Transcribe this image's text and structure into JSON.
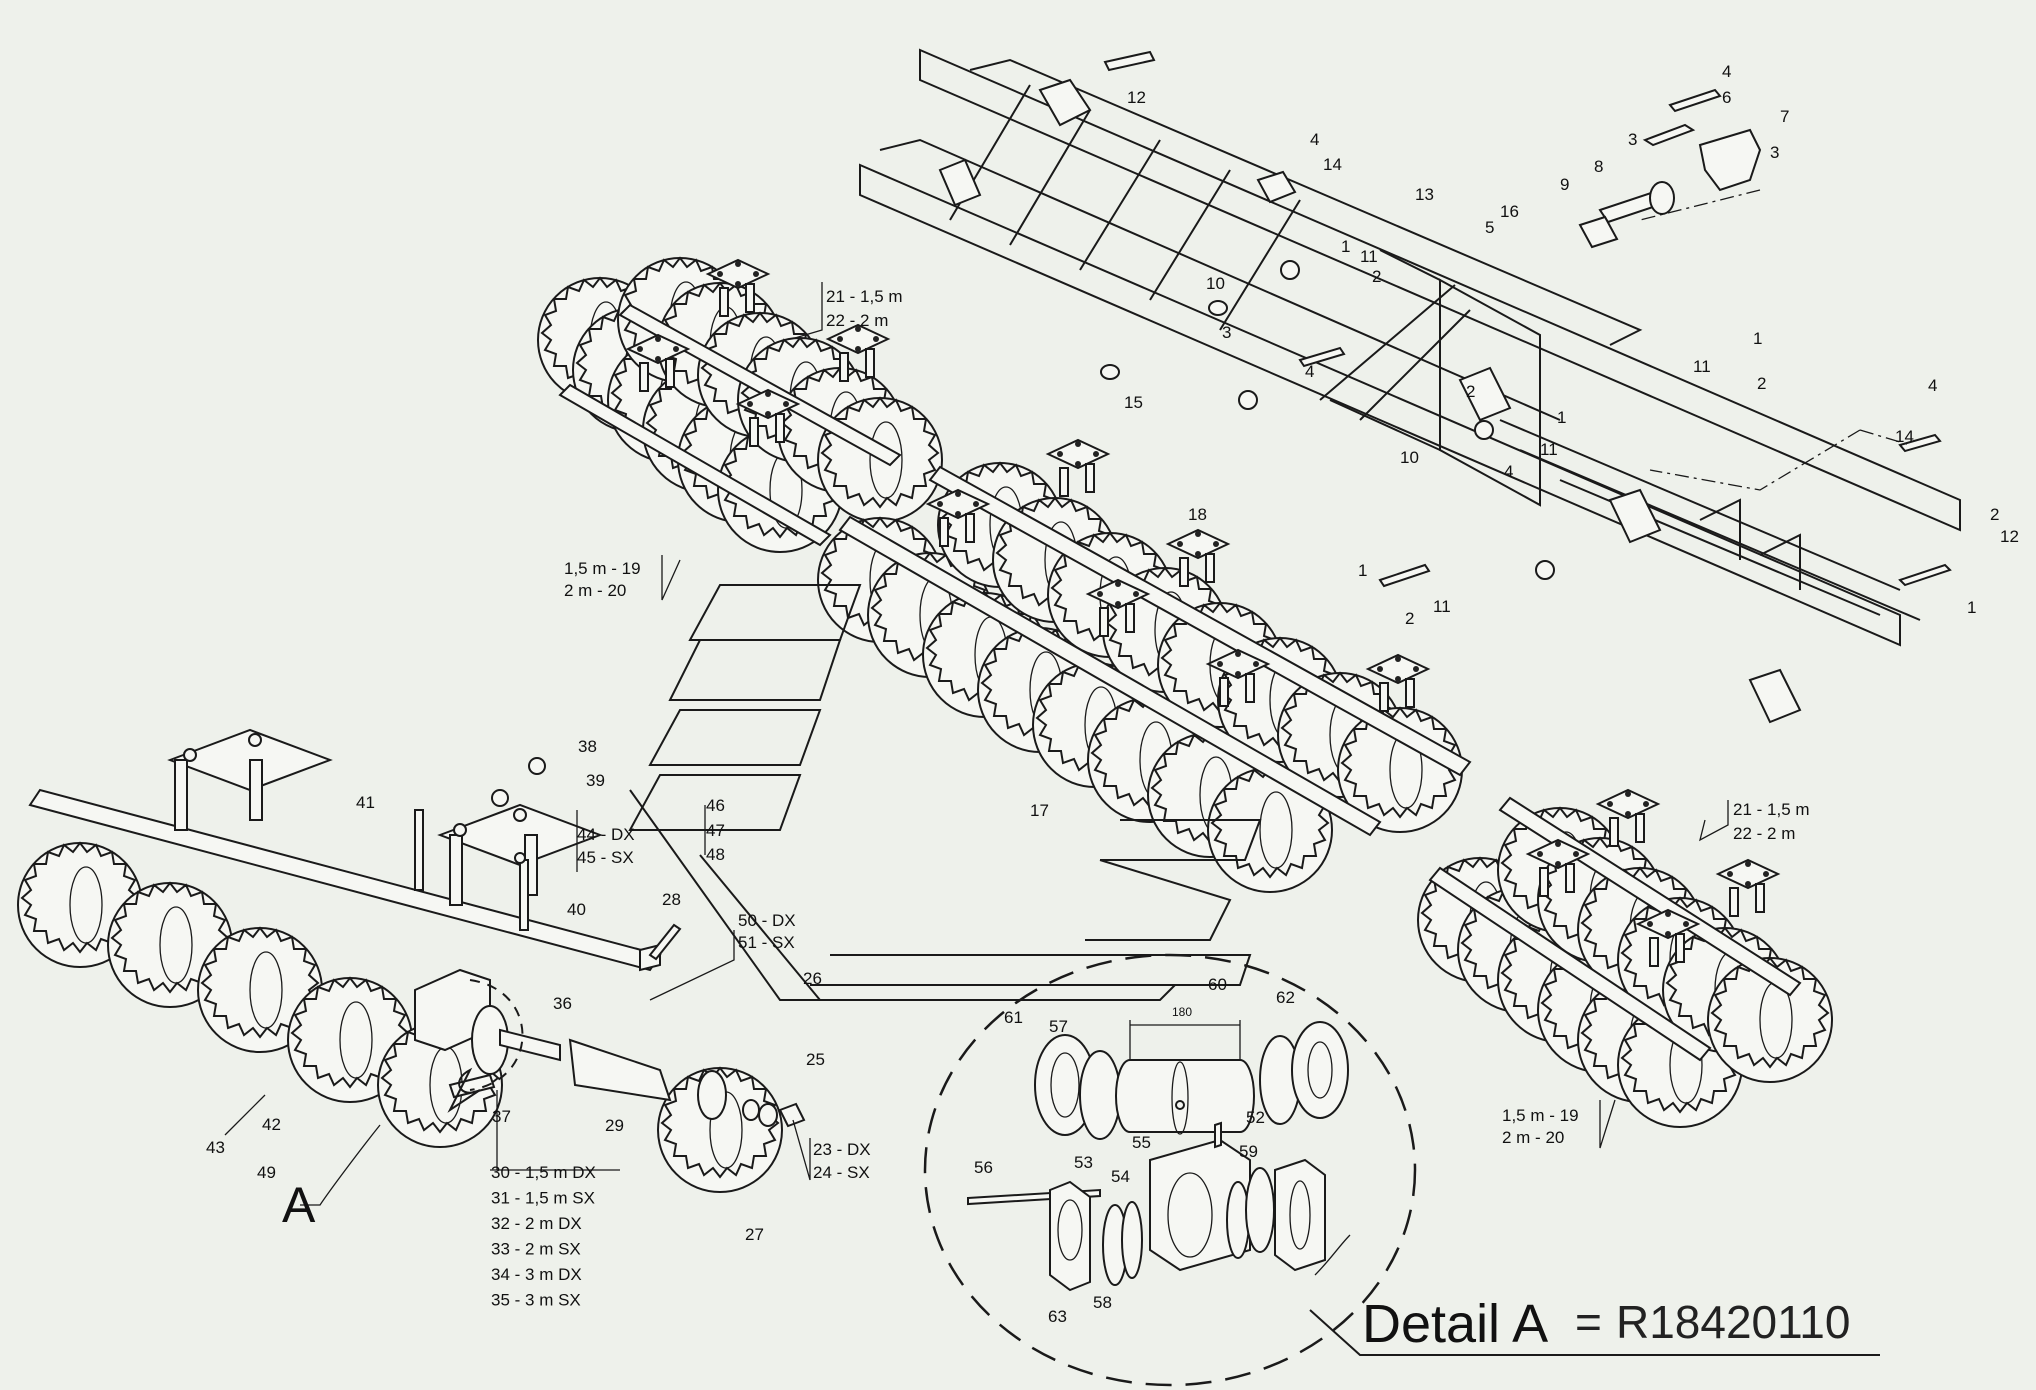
{
  "callouts": [
    {
      "id": "c12a",
      "text": "12"
    },
    {
      "id": "c4a",
      "text": "4"
    },
    {
      "id": "c6",
      "text": "6"
    },
    {
      "id": "c7",
      "text": "7"
    },
    {
      "id": "c3a",
      "text": "3"
    },
    {
      "id": "c3b",
      "text": "3"
    },
    {
      "id": "c8",
      "text": "8"
    },
    {
      "id": "c9",
      "text": "9"
    },
    {
      "id": "c4b",
      "text": "4"
    },
    {
      "id": "c14a",
      "text": "14"
    },
    {
      "id": "c13",
      "text": "13"
    },
    {
      "id": "c16",
      "text": "16"
    },
    {
      "id": "c5",
      "text": "5"
    },
    {
      "id": "c1a",
      "text": "1"
    },
    {
      "id": "c11a",
      "text": "11"
    },
    {
      "id": "c2a",
      "text": "2"
    },
    {
      "id": "c10a",
      "text": "10"
    },
    {
      "id": "c3c",
      "text": "3"
    },
    {
      "id": "c4c",
      "text": "4"
    },
    {
      "id": "c15",
      "text": "15"
    },
    {
      "id": "c2b",
      "text": "2"
    },
    {
      "id": "c1b",
      "text": "1"
    },
    {
      "id": "c11b",
      "text": "11"
    },
    {
      "id": "c10b",
      "text": "10"
    },
    {
      "id": "c4d",
      "text": "4"
    },
    {
      "id": "c11c",
      "text": "11"
    },
    {
      "id": "c1c",
      "text": "1"
    },
    {
      "id": "c2c",
      "text": "2"
    },
    {
      "id": "c4e",
      "text": "4"
    },
    {
      "id": "c14b",
      "text": "14"
    },
    {
      "id": "c2d",
      "text": "2"
    },
    {
      "id": "c12b",
      "text": "12"
    },
    {
      "id": "c1d",
      "text": "1"
    },
    {
      "id": "c18",
      "text": "18"
    },
    {
      "id": "c1e",
      "text": "1"
    },
    {
      "id": "c11d",
      "text": "11"
    },
    {
      "id": "c2e",
      "text": "2"
    },
    {
      "id": "c17",
      "text": "17"
    },
    {
      "id": "c38",
      "text": "38"
    },
    {
      "id": "c39",
      "text": "39"
    },
    {
      "id": "c41",
      "text": "41"
    },
    {
      "id": "c40",
      "text": "40"
    },
    {
      "id": "c28",
      "text": "28"
    },
    {
      "id": "c36",
      "text": "36"
    },
    {
      "id": "c26",
      "text": "26"
    },
    {
      "id": "c25",
      "text": "25"
    },
    {
      "id": "c29",
      "text": "29"
    },
    {
      "id": "c37",
      "text": "37"
    },
    {
      "id": "c43",
      "text": "43"
    },
    {
      "id": "c42",
      "text": "42"
    },
    {
      "id": "c49",
      "text": "49"
    },
    {
      "id": "c27",
      "text": "27"
    },
    {
      "id": "c60",
      "text": "60"
    },
    {
      "id": "c61",
      "text": "61"
    },
    {
      "id": "c57",
      "text": "57"
    },
    {
      "id": "c62",
      "text": "62"
    },
    {
      "id": "c55",
      "text": "55"
    },
    {
      "id": "c52",
      "text": "52"
    },
    {
      "id": "c59",
      "text": "59"
    },
    {
      "id": "c56",
      "text": "56"
    },
    {
      "id": "c53",
      "text": "53"
    },
    {
      "id": "c54",
      "text": "54"
    },
    {
      "id": "c58",
      "text": "58"
    },
    {
      "id": "c63",
      "text": "63"
    },
    {
      "id": "c46",
      "text": "46"
    },
    {
      "id": "c47",
      "text": "47"
    },
    {
      "id": "c48",
      "text": "48"
    }
  ],
  "variant_lists": {
    "top_left_21_22": [
      "21 - 1,5 m",
      "22 - 2 m"
    ],
    "top_left_19_20": [
      "1,5 m - 19",
      "2 m - 20"
    ],
    "right_21_22": [
      "21 - 1,5 m",
      "22 - 2 m"
    ],
    "right_19_20": [
      "1,5 m - 19",
      "2 m - 20"
    ],
    "brackets_44_45": [
      "44 - DX",
      "45 - SX"
    ],
    "bearings_50_51": [
      "50 - DX",
      "51 - SX"
    ],
    "nuts_23_24": [
      "23 - DX",
      "24 - SX"
    ],
    "axles_30_35": [
      "30 - 1,5 m DX",
      "31 - 1,5 m SX",
      "32 - 2 m DX",
      "33 - 2 m SX",
      "34 - 3 m DX",
      "35 - 3 m SX"
    ]
  },
  "detail_marker": "A",
  "dimension_label": "180",
  "detail_title": {
    "label": "Detail A",
    "equals": "=",
    "code": "R18420110"
  }
}
